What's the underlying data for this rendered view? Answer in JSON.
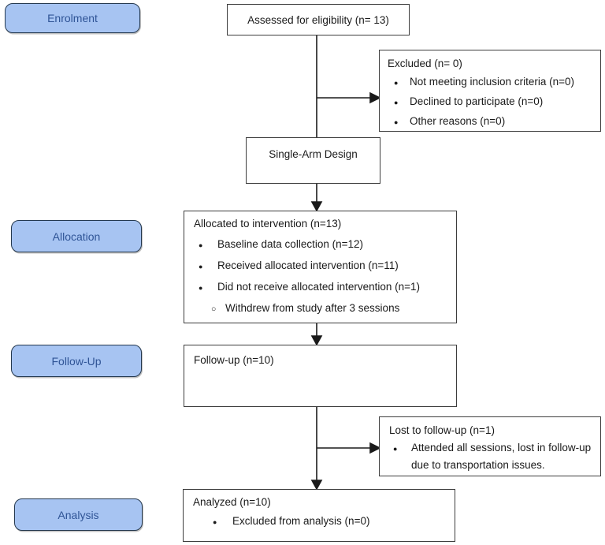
{
  "stages": [
    {
      "label": "Enrolment"
    },
    {
      "label": "Allocation"
    },
    {
      "label": "Follow-Up"
    },
    {
      "label": "Analysis"
    }
  ],
  "boxes": {
    "assessed": {
      "text": "Assessed for eligibility (n= 13)"
    },
    "excluded": {
      "title": "Excluded (n= 0)",
      "bullets": [
        "Not meeting inclusion criteria (n=0)",
        "Declined to participate (n=0)",
        "Other reasons (n=0)"
      ]
    },
    "design": {
      "text": "Single-Arm Design"
    },
    "allocated": {
      "title": "Allocated to intervention (n=13)",
      "bullets": [
        "Baseline data collection (n=12)",
        "Received allocated intervention (n=11)",
        "Did not receive allocated intervention (n=1)"
      ],
      "sub_bullet": "Withdrew from study after 3 sessions"
    },
    "followup": {
      "title": "Follow-up (n=10)"
    },
    "lost": {
      "title": "Lost to follow-up (n=1)",
      "bullets": [
        "Attended all sessions, lost in follow-up due to transportation issues."
      ]
    },
    "analyzed": {
      "title": "Analyzed (n=10)",
      "bullets": [
        "Excluded from analysis (n=0)"
      ]
    }
  },
  "glyphs": {
    "bullet": "●",
    "sub_bullet": "○"
  },
  "colors": {
    "stage_fill": "#A7C4F2",
    "stage_text": "#2F5496",
    "box_border": "#3D3D3D",
    "connector": "#1A1A1A"
  }
}
